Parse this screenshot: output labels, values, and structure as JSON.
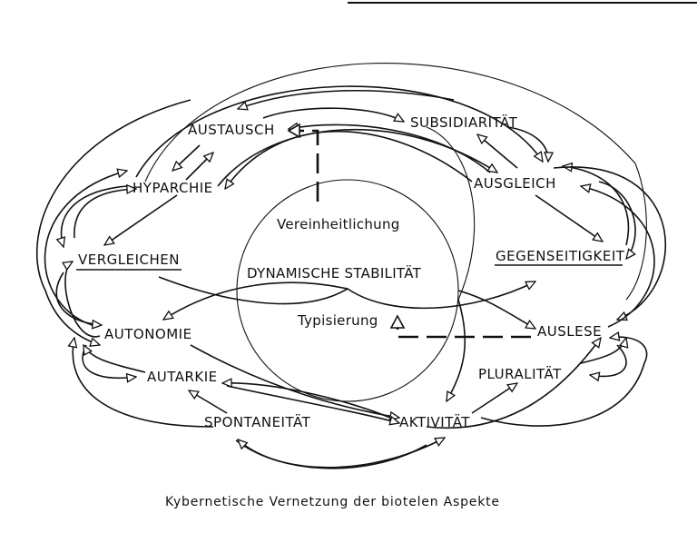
{
  "nodes": {
    "austausch": "AUSTAUSCH",
    "subsidiaritaet": "SUBSIDIARITÄT",
    "hyparchie": "HYPARCHIE",
    "ausgleich": "AUSGLEICH",
    "vergleichen": "VERGLEICHEN",
    "gegenseitigkeit": "GEGENSEITIGKEIT",
    "autonomie": "AUTONOMIE",
    "auslese": "AUSLESE",
    "autarkie": "AUTARKIE",
    "pluralitaet": "PLURALITÄT",
    "spontaneitaet": "SPONTANEITÄT",
    "aktivitaet": "AKTIVITÄT"
  },
  "center": {
    "vereinheitlichung": "Vereinheitlichung",
    "dynamische_stabilitaet": "DYNAMISCHE STABILITÄT",
    "typisierung": "Typisierung"
  },
  "caption": "Kybernetische Vernetzung der biotelen Aspekte"
}
